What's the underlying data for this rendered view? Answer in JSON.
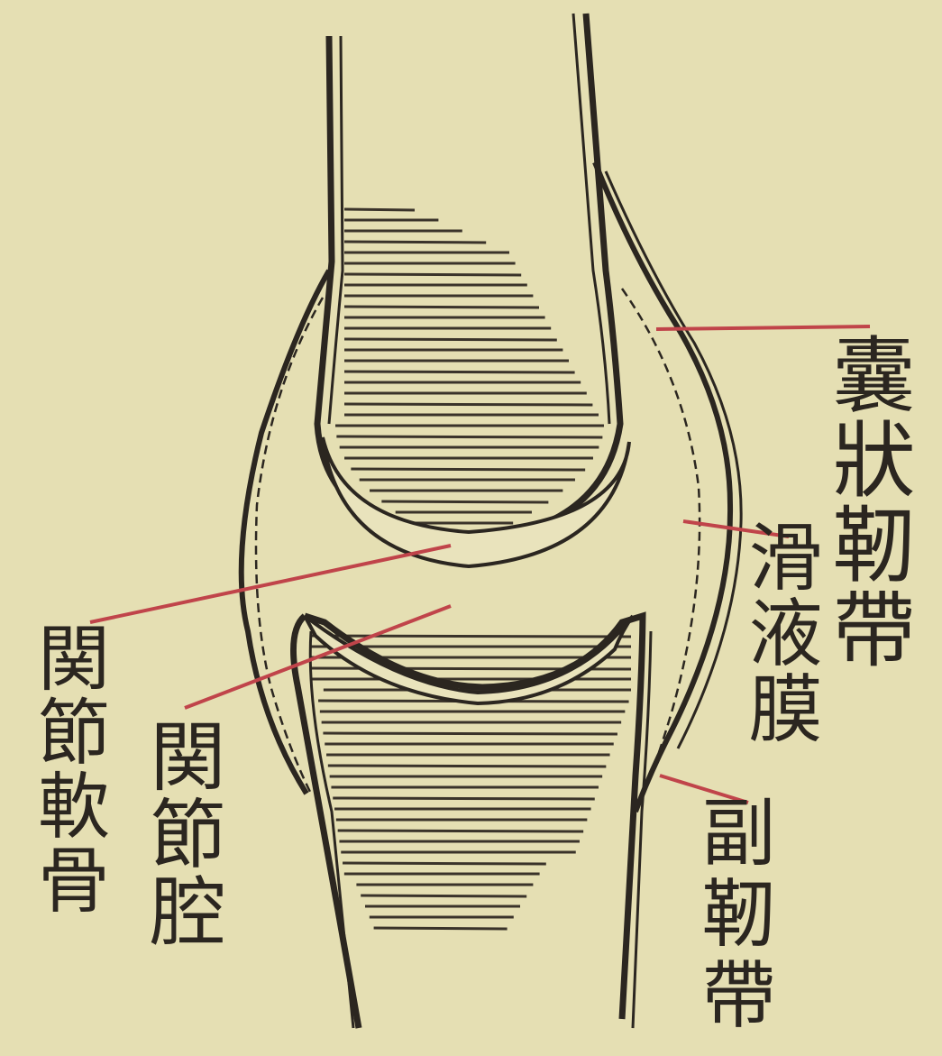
{
  "diagram": {
    "labels": {
      "capsular_ligament": "囊狀靭帶",
      "synovial_membrane": "滑液膜",
      "accessory_ligament": "副靭帶",
      "articular_cartilage": "関節軟骨",
      "joint_cavity": "関節腔"
    },
    "colors": {
      "paper": "#e5dfb3",
      "ink": "#2b2620",
      "leader_line": "#c0444a",
      "hatch": "#3a332a"
    }
  }
}
